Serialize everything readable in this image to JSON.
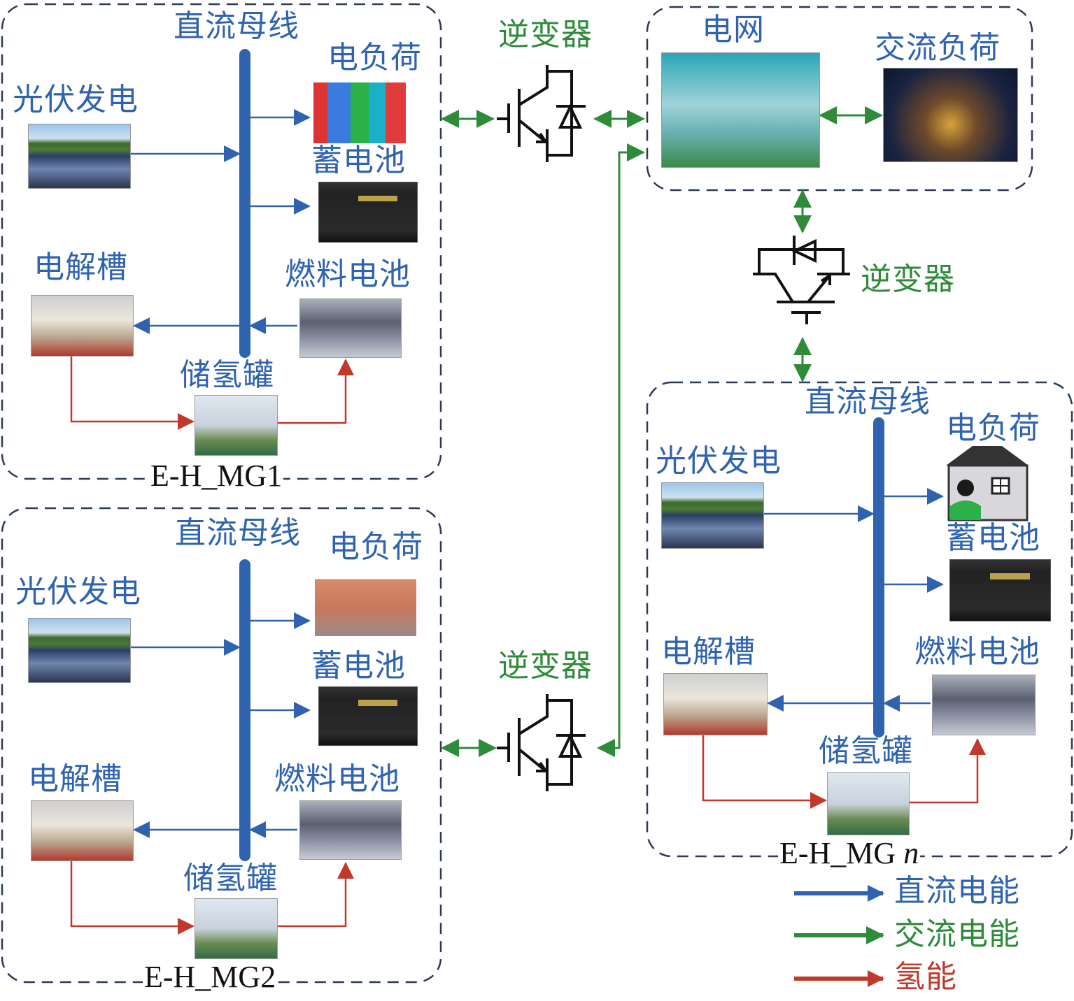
{
  "colors": {
    "dc": "#2f63b0",
    "ac": "#2e8b3a",
    "h2": "#c0392b",
    "border": "#2b3a55"
  },
  "mg1": {
    "bus": "直流母线",
    "load": "电负荷",
    "pv": "光伏发电",
    "battery": "蓄电池",
    "electrolyzer": "电解槽",
    "fuel_cell": "燃料电池",
    "tank": "储氢罐",
    "name": "E-H_MG1"
  },
  "mg2": {
    "bus": "直流母线",
    "load": "电负荷",
    "pv": "光伏发电",
    "battery": "蓄电池",
    "electrolyzer": "电解槽",
    "fuel_cell": "燃料电池",
    "tank": "储氢罐",
    "name": "E-H_MG2"
  },
  "mgn": {
    "bus": "直流母线",
    "load": "电负荷",
    "pv": "光伏发电",
    "battery": "蓄电池",
    "electrolyzer": "电解槽",
    "fuel_cell": "燃料电池",
    "tank": "储氢罐",
    "name": "E-H_MG ",
    "name_italic": "n"
  },
  "grid": {
    "grid": "电网",
    "ac_load": "交流负荷"
  },
  "inverters": [
    "逆变器",
    "逆变器",
    "逆变器"
  ],
  "legend": {
    "dc": "直流电能",
    "ac": "交流电能",
    "h2": "氢能"
  }
}
